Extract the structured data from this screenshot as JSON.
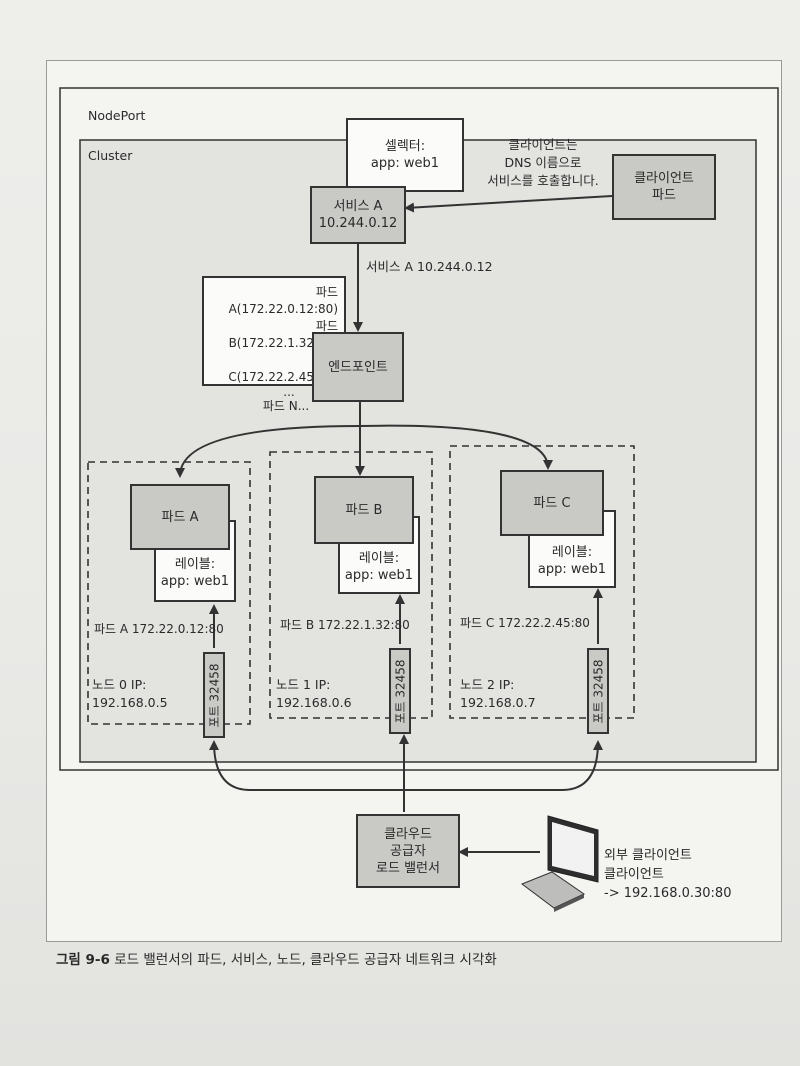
{
  "nodeport_label": "NodePort",
  "cluster_label": "Cluster",
  "selector": {
    "line1": "셀렉터:",
    "line2": "app: web1"
  },
  "service": {
    "line1": "서비스 A",
    "line2": "10.244.0.12"
  },
  "client_note": {
    "line1": "클라이언트는",
    "line2": "DNS 이름으로",
    "line3": "서비스를 호출합니다."
  },
  "client_pod": {
    "line1": "클라이언트",
    "line2": "파드"
  },
  "service_arrow_label": "서비스 A 10.244.0.12",
  "endpoint_list": [
    "파드 A(172.22.0.12:80)",
    "파드 B(172.22.1.32:80)",
    "파드 C(172.22.2.45:80)",
    "...",
    "파드 N..."
  ],
  "endpoints_label": "엔드포인트",
  "nodes": [
    {
      "pod": "파드 A",
      "label1": "레이블:",
      "label2": "app: web1",
      "pod_ip": "파드 A 172.22.0.12:80",
      "node_line1": "노드 0 IP:",
      "node_line2": "192.168.0.5",
      "port": "포트 32458"
    },
    {
      "pod": "파드 B",
      "label1": "레이블:",
      "label2": "app: web1",
      "pod_ip": "파드 B 172.22.1.32:80",
      "node_line1": "노드 1 IP:",
      "node_line2": "192.168.0.6",
      "port": "포트 32458"
    },
    {
      "pod": "파드 C",
      "label1": "레이블:",
      "label2": "app: web1",
      "pod_ip": "파드 C 172.22.2.45:80",
      "node_line1": "노드 2 IP:",
      "node_line2": "192.168.0.7",
      "port": "포트 32458"
    }
  ],
  "load_balancer": {
    "line1": "클라우드",
    "line2": "공급자",
    "line3": "로드 밸런서"
  },
  "external_client": {
    "line1": "외부 클라이언트",
    "line2": "클라이언트",
    "line3": "-> 192.168.0.30:80"
  },
  "caption": {
    "number": "그림 9-6",
    "text": "로드 밸런서의 파드, 서비스, 노드, 클라우드 공급자 네트워크 시각화"
  }
}
